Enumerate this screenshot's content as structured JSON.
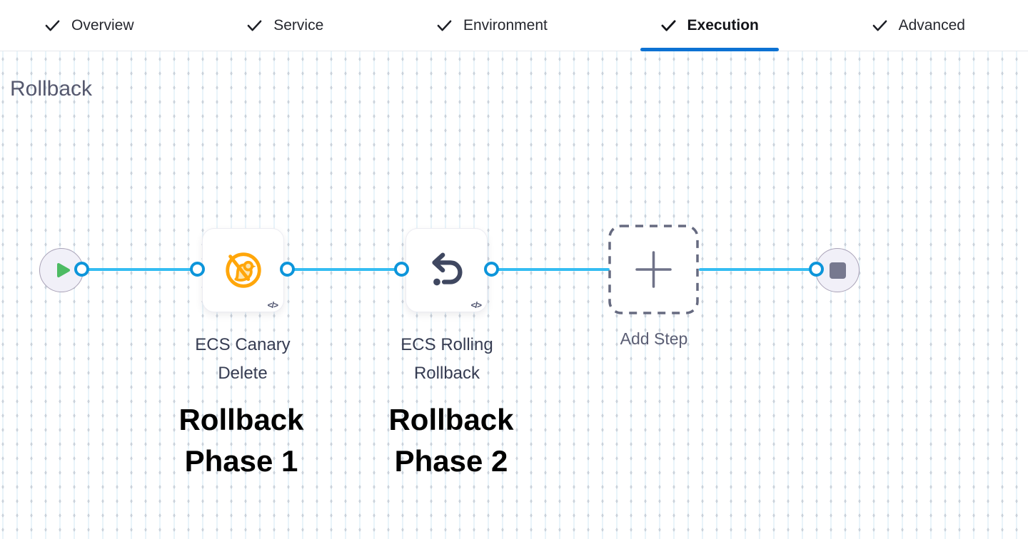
{
  "tabs": [
    {
      "label": "Overview",
      "completed": true,
      "active": false
    },
    {
      "label": "Service",
      "completed": true,
      "active": false
    },
    {
      "label": "Environment",
      "completed": true,
      "active": false
    },
    {
      "label": "Execution",
      "completed": true,
      "active": true
    },
    {
      "label": "Advanced",
      "completed": true,
      "active": false
    }
  ],
  "heading": "Rollback",
  "canvas": {
    "start_node": {
      "icon": "play-icon"
    },
    "end_node": {
      "icon": "stop-icon"
    },
    "steps": [
      {
        "name": "ECS Canary Delete",
        "icon": "canary-delete-icon",
        "badge": "</>",
        "annotation": "Rollback Phase 1"
      },
      {
        "name": "ECS Rolling Rollback",
        "icon": "rollback-arrow-icon",
        "badge": "</>",
        "annotation": "Rollback Phase 2"
      }
    ],
    "add_step": {
      "label": "Add Step",
      "icon": "plus-icon"
    }
  },
  "colors": {
    "active_tab_underline": "#0d72d3",
    "connector_blue": "#35bdf2",
    "port_ring_blue": "#0d95da",
    "canary_orange": "#ffa60a",
    "canary_fill": "#fce4ae",
    "rollback_icon_slate": "#3f4760",
    "play_green": "#4dbb63",
    "stop_gray": "#77798f",
    "endpoint_fill": "#f1f0f8",
    "heading_text": "#55586e",
    "annotation_text": "#000000"
  }
}
